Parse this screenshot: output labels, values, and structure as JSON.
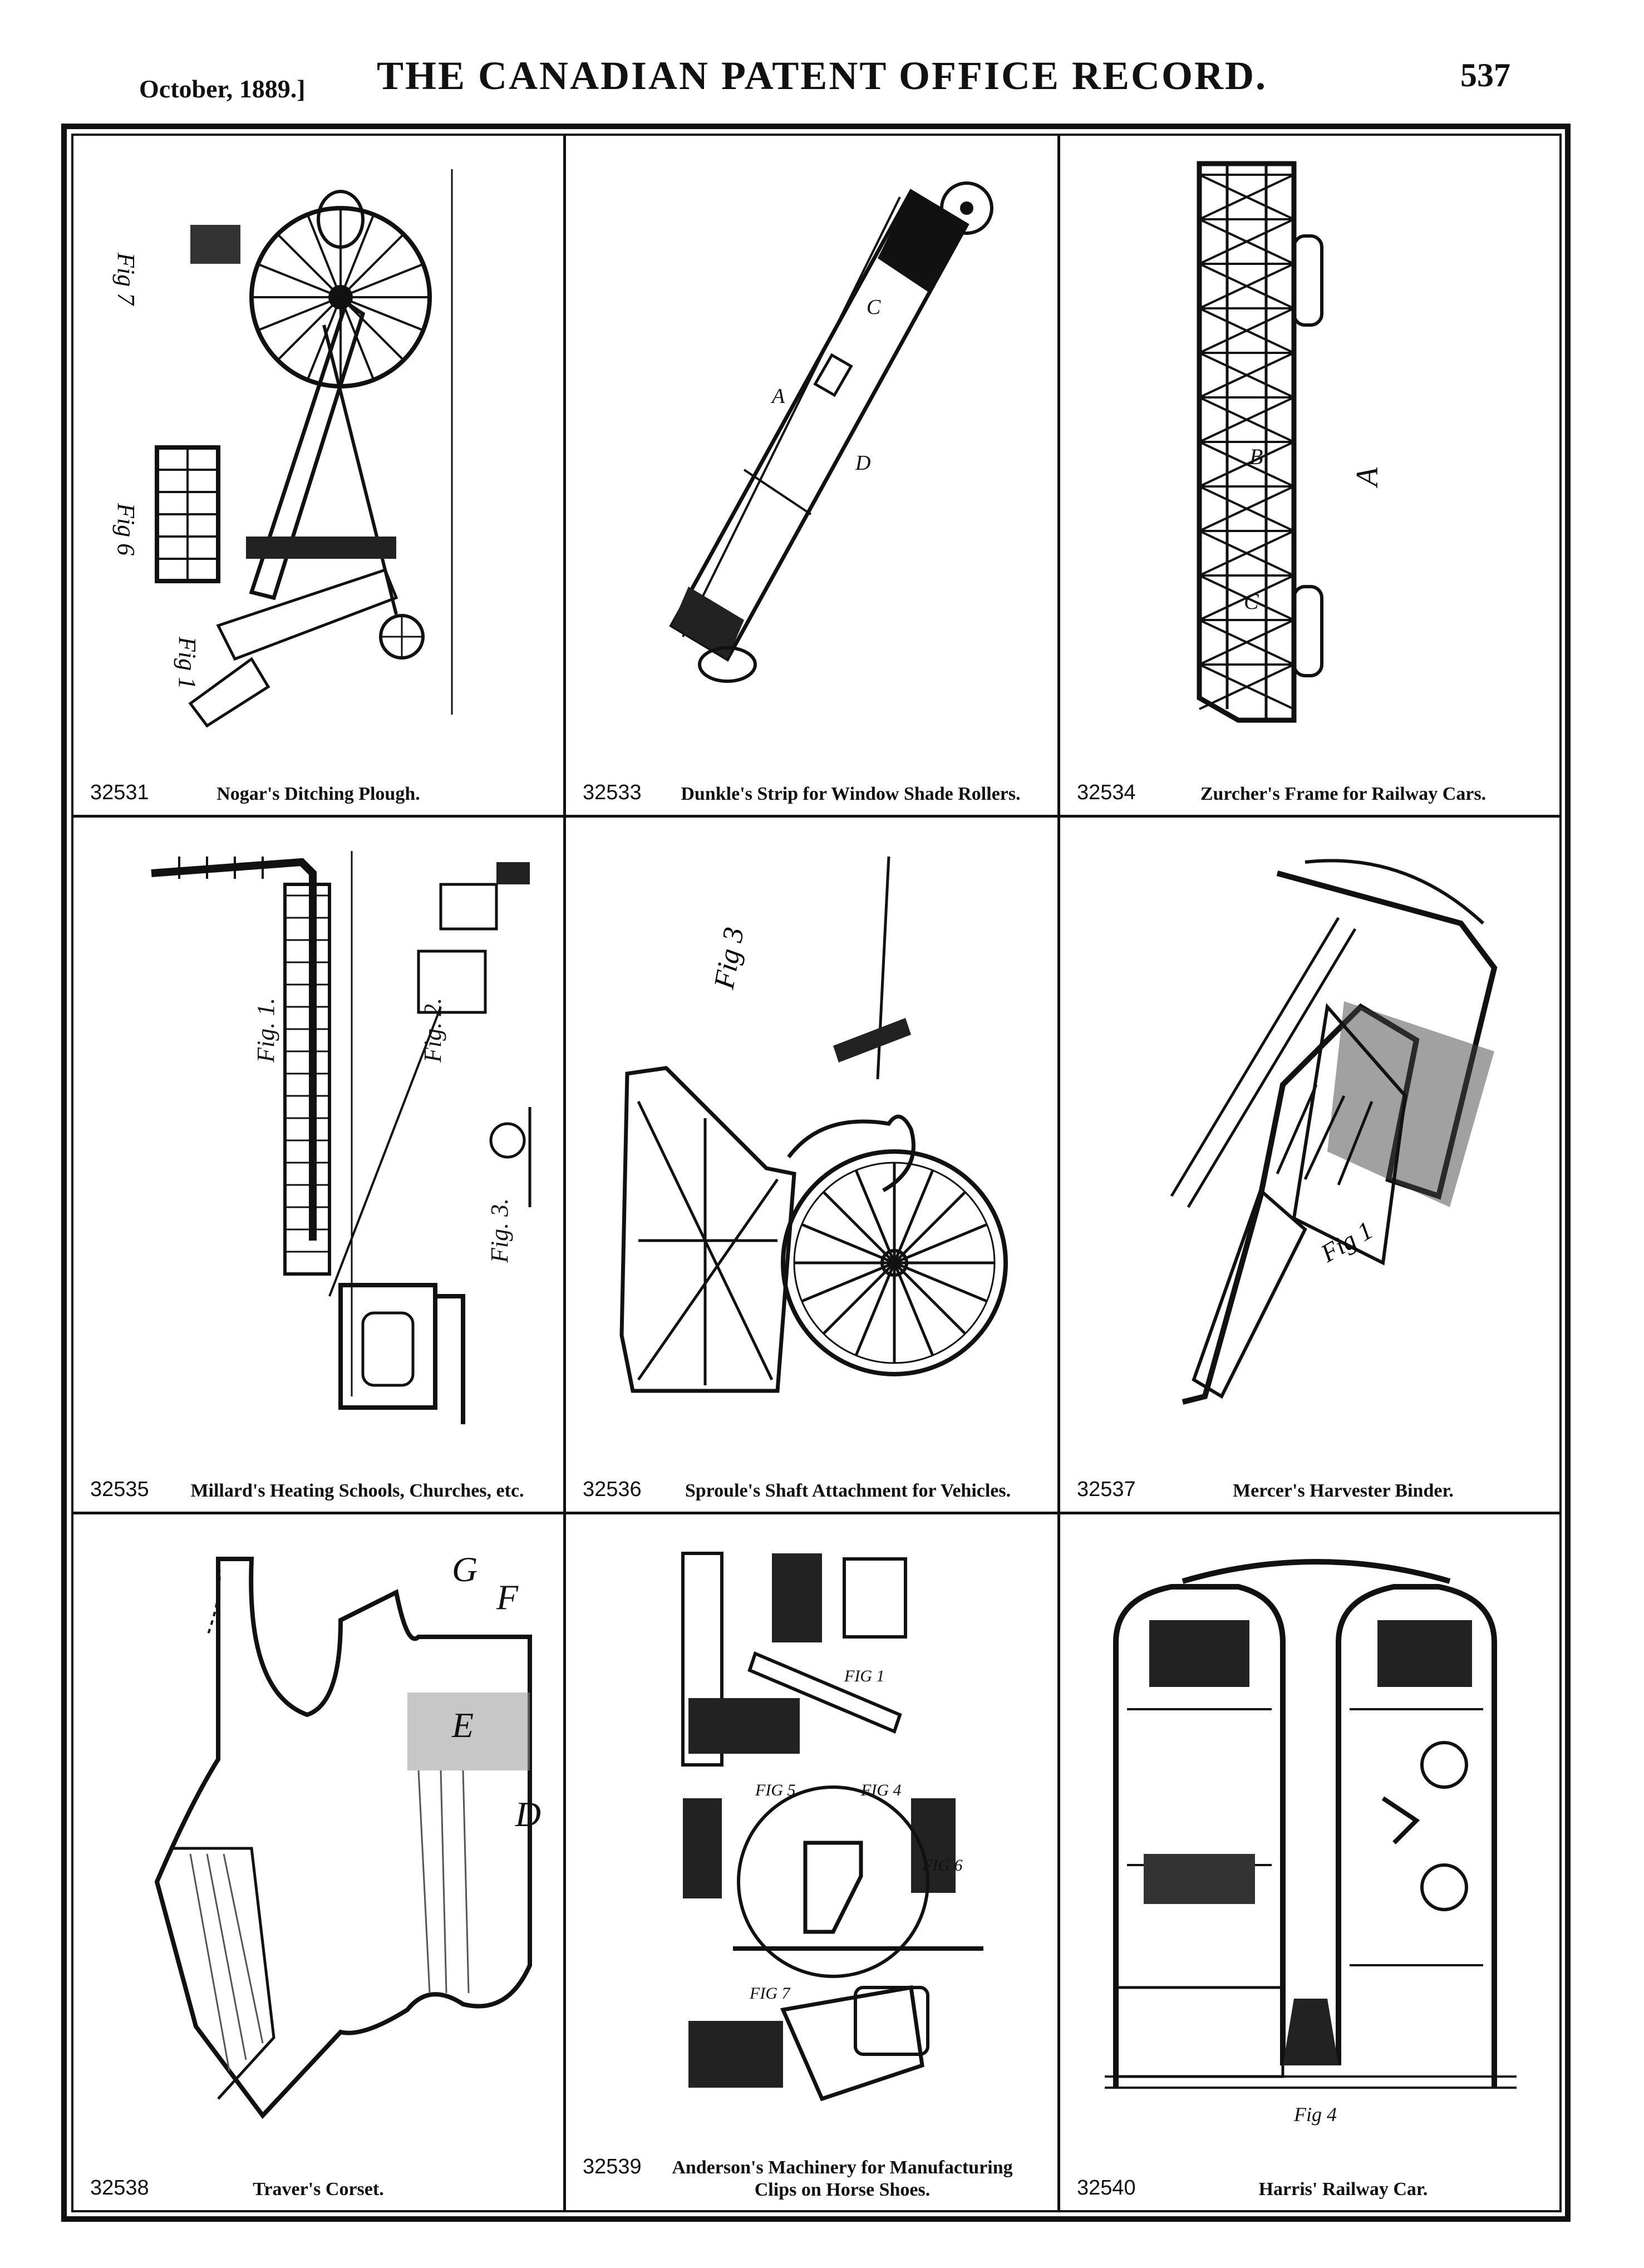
{
  "header": {
    "date": "October, 1889.]",
    "title": "THE CANADIAN PATENT OFFICE RECORD.",
    "page": "537"
  },
  "patents": [
    {
      "number": "32531",
      "title": "Nogar's Ditching Plough.",
      "icon": "ditching-plough-drawing",
      "labels": [
        "Fig 7",
        "Fig 6",
        "Fig 1"
      ]
    },
    {
      "number": "32533",
      "title": "Dunkle's Strip for Window Shade Rollers.",
      "icon": "window-shade-strip-drawing",
      "labels": [
        "A",
        "D",
        "C"
      ]
    },
    {
      "number": "32534",
      "title": "Zurcher's Frame for Railway Cars.",
      "icon": "railway-car-frame-drawing",
      "labels": [
        "A",
        "B",
        "C"
      ]
    },
    {
      "number": "32535",
      "title": "Millard's Heating Schools, Churches, etc.",
      "icon": "heating-apparatus-drawing",
      "labels": [
        "Fig. 1.",
        "Fig. 2.",
        "Fig. 3."
      ]
    },
    {
      "number": "32536",
      "title": "Sproule's Shaft Attachment for Vehicles.",
      "icon": "vehicle-shaft-drawing",
      "labels": [
        "Fig 3"
      ]
    },
    {
      "number": "32537",
      "title": "Mercer's Harvester Binder.",
      "icon": "harvester-binder-drawing",
      "labels": [
        "Fig 1"
      ]
    },
    {
      "number": "32538",
      "title": "Traver's Corset.",
      "icon": "corset-drawing",
      "labels": [
        "G",
        "F",
        "E",
        "D"
      ]
    },
    {
      "number": "32539",
      "title": "Anderson's Machinery for Manufacturing Clips on Horse Shoes.",
      "icon": "horseshoe-clip-machine-drawing",
      "labels": [
        "FIG 1",
        "FIG 4",
        "FIG 5",
        "FIG 6",
        "FIG 7"
      ]
    },
    {
      "number": "32540",
      "title": "Harris' Railway Car.",
      "icon": "railway-car-section-drawing",
      "labels": [
        "Fig 4"
      ]
    }
  ]
}
